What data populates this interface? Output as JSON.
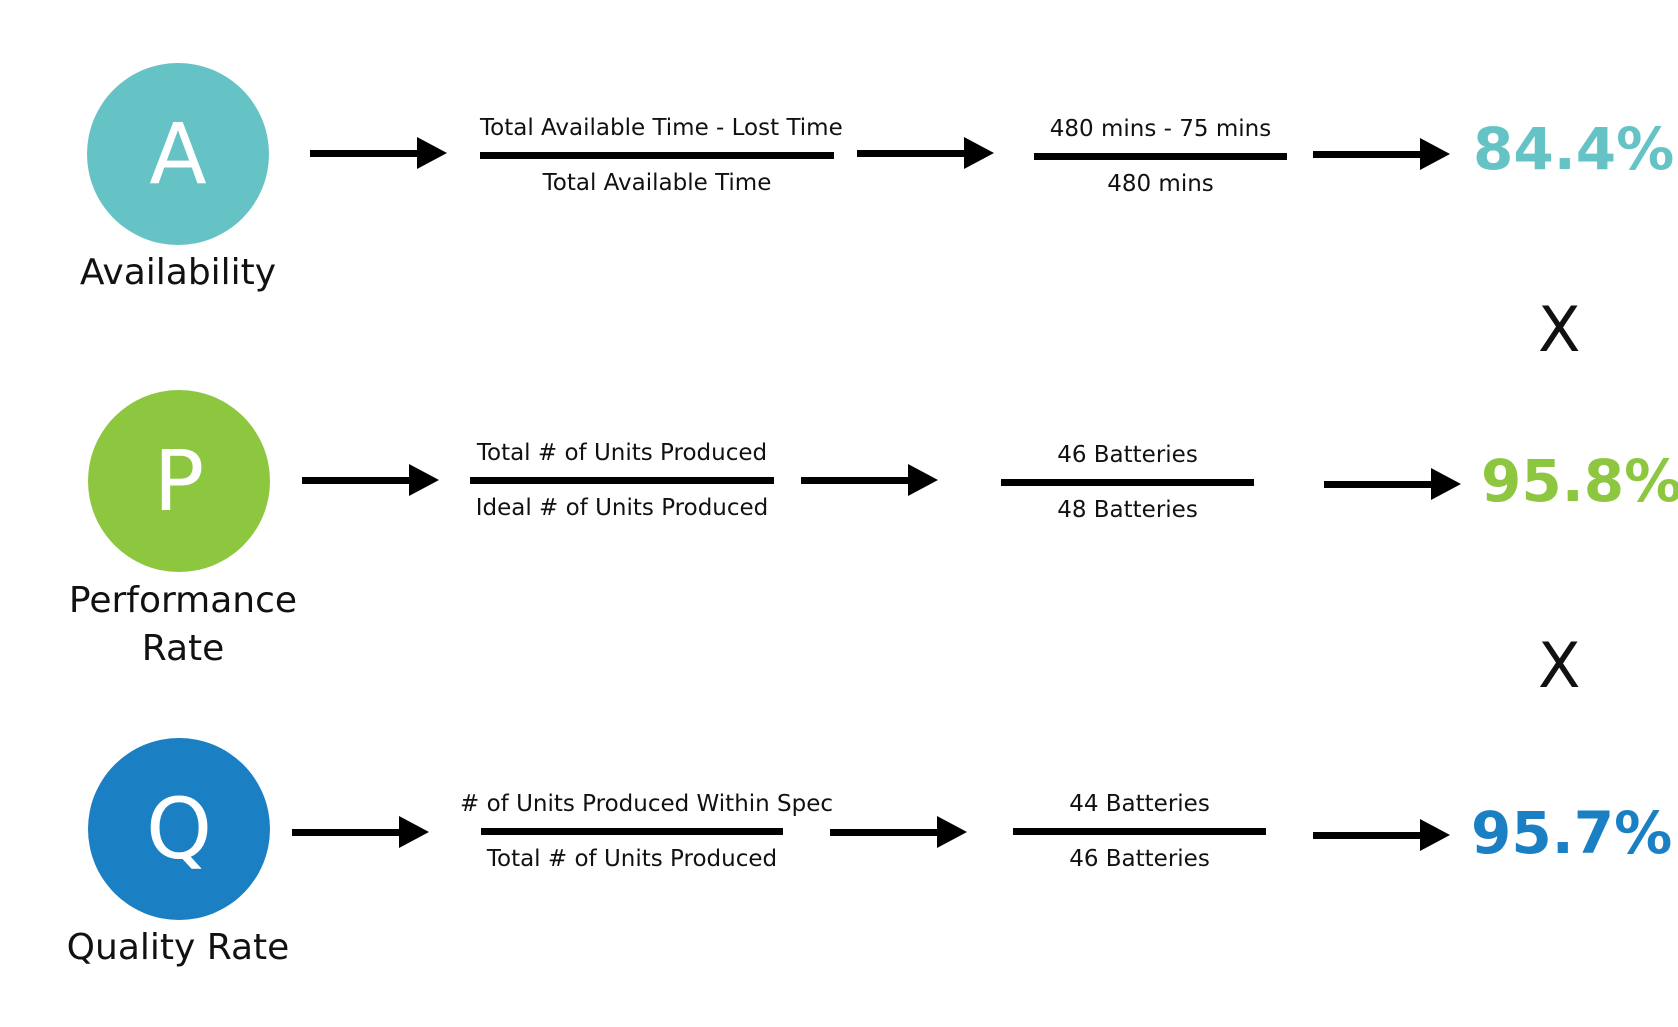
{
  "colors": {
    "availability": "#65c3c6",
    "performance": "#8dc63f",
    "quality": "#1b7fc4",
    "arrow": "#000000"
  },
  "rows": [
    {
      "letter": "A",
      "label": "Availability",
      "formula": {
        "numerator": "Total Available Time - Lost Time",
        "denominator": "Total Available Time"
      },
      "values": {
        "numerator": "480 mins - 75 mins",
        "denominator": "480 mins"
      },
      "result": "84.4%"
    },
    {
      "letter": "P",
      "label": "Performance Rate",
      "formula": {
        "numerator": "Total # of Units Produced",
        "denominator": "Ideal # of Units Produced"
      },
      "values": {
        "numerator": "46 Batteries",
        "denominator": "48 Batteries"
      },
      "result": "95.8%"
    },
    {
      "letter": "Q",
      "label": "Quality Rate",
      "formula": {
        "numerator": "# of Units Produced Within Spec",
        "denominator": "Total # of Units Produced"
      },
      "values": {
        "numerator": "44 Batteries",
        "denominator": "46 Batteries"
      },
      "result": "95.7%"
    }
  ],
  "operators": [
    "X",
    "X"
  ]
}
